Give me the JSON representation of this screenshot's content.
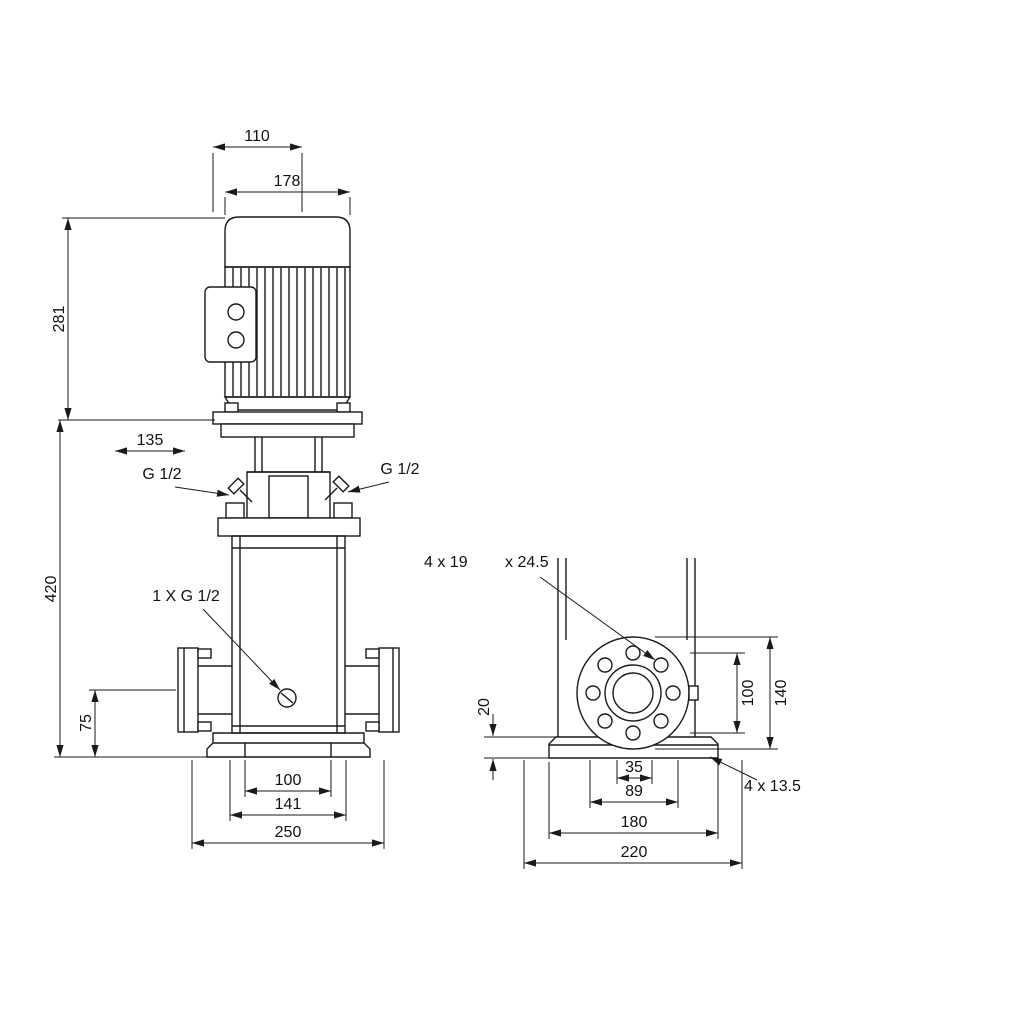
{
  "drawing": {
    "front_view": {
      "dim_110": "110",
      "dim_178": "178",
      "dim_281": "281",
      "dim_135": "135",
      "dim_420": "420",
      "dim_75": "75",
      "port_left_label": "G 1/2",
      "port_right_label": "G 1/2",
      "drain_label": "1 X G 1/2",
      "dim_100": "100",
      "dim_141": "141",
      "dim_250": "250"
    },
    "side_view": {
      "holes_label": "4 x 19",
      "spotface_label": "x 24.5",
      "dim_20": "20",
      "dim_100": "100",
      "dim_140": "140",
      "dim_35": "35",
      "dim_89": "89",
      "dim_180": "180",
      "dim_220": "220",
      "base_holes_label": "4 x 13.5"
    }
  }
}
